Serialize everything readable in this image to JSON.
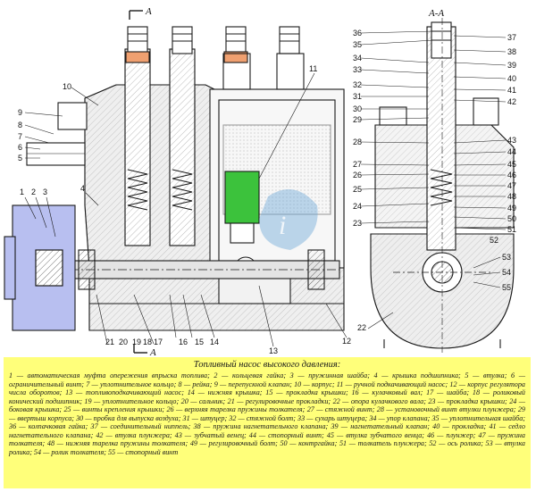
{
  "colors": {
    "background": "#ffffff",
    "legend_bg": "#ffff7a",
    "linework": "#1a1a1a",
    "hatch_fill": "#cfcfcf",
    "highlight_nut": "#f0a070",
    "highlight_green": "#3cc23c",
    "coupling_blue": "#b8bff0",
    "watermark": "#6ea8d8"
  },
  "labels": {
    "section_left": "А",
    "section_left_bottom": "А",
    "section_view": "А-А",
    "left_view": [
      "1",
      "2",
      "3",
      "4",
      "5",
      "6",
      "7",
      "8",
      "9",
      "10",
      "11",
      "12",
      "13",
      "14",
      "15",
      "16",
      "17",
      "18",
      "19",
      "20",
      "21"
    ],
    "right_view": [
      "22",
      "23",
      "24",
      "25",
      "26",
      "27",
      "28",
      "29",
      "30",
      "31",
      "32",
      "33",
      "34",
      "35",
      "36",
      "37",
      "38",
      "39",
      "40",
      "41",
      "42",
      "43",
      "44",
      "45",
      "46",
      "47",
      "48",
      "49",
      "50",
      "51",
      "52",
      "53",
      "54",
      "55"
    ]
  },
  "legend": {
    "title": "Топливный насос высокого давления:",
    "text": "1 — автоматическая муфта опережения впрыска топлива; 2 — кольцевая гайка; 3 — пружинная шайба; 4 — крышка подшипника; 5 — втулка; 6 — ограничительный винт; 7 — уплотнительное кольцо; 8 — рейка; 9 — перепускной клапан; 10 — корпус; 11 — ручной подкачивающий насос; 12 — корпус регулятора числа оборотов; 13 — топливоподкачивающий насос; 14 — нижняя крышка; 15 — прокладка крышки; 16 — кулачковый вал; 17 — шайба; 18 — роликовый конический подшипник; 19 — уплотнительное кольцо; 20 — сальник; 21 — регулировочные прокладки; 22 — опора кулачкового вала; 23 — прокладка крышки; 24 — боковая крышка; 25 — винты крепления крышки; 26 — верхняя тарелка пружины толкателя; 27 — стяжной винт; 28 — установочный винт втулки плунжера; 29 — ввертыш корпуса; 30 — пробка для выпуска воздуха; 31 — штуцер; 32 — стяжной болт; 33 — сухарь штуцера; 34 — упор клапана; 35 — уплотнительная шайба; 36 — колпачковая гайка; 37 — соединительный ниппель; 38 — пружина нагнетательного клапана; 39 — нагнетательный клапан; 40 — прокладка; 41 — седло нагнетательного клапана; 42 — втулка плунжера; 43 — зубчатый венец; 44 — стопорный винт; 45 — втулка зубчатого венца; 46 — плунжер; 47 — пружина толкателя; 48 — нижняя тарелка пружины толкателя; 49 — регулировочный болт; 50 — контргайка; 51 — толкатель плунжера; 52 — ось ролика; 53 — втулка ролика; 54 — ролик толкателя; 55 — стопорный винт"
  }
}
